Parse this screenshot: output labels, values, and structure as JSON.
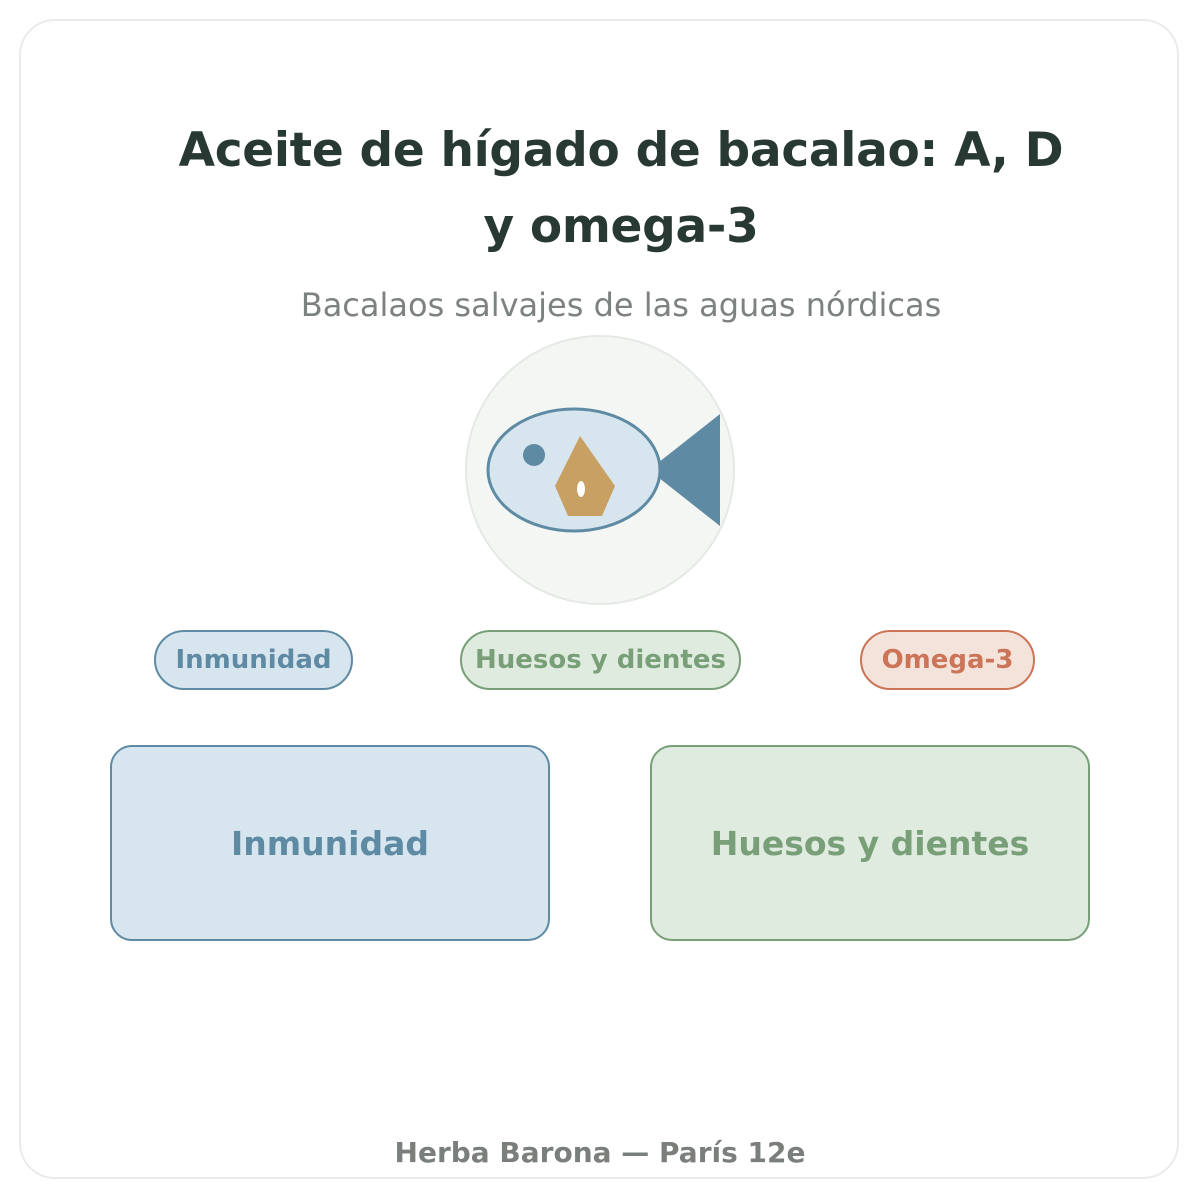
{
  "header": {
    "title": "Aceite de hígado de bacalao: A, D y omega-3",
    "subtitle": "Bacalaos salvajes de las aguas nórdicas"
  },
  "illustration": {
    "icon": "fish-icon",
    "drop_icon": "oil-drop-icon"
  },
  "pills": [
    {
      "label": "Inmunidad"
    },
    {
      "label": "Huesos y dientes"
    },
    {
      "label": "Omega-3"
    }
  ],
  "boxes": [
    {
      "label": "Inmunidad"
    },
    {
      "label": "Huesos y dientes"
    }
  ],
  "footer": {
    "text": "Herba Barona — París 12e"
  },
  "colors": {
    "title": "#283833",
    "blue": "#5f8aa4",
    "blue_fill": "#d7e6ee",
    "green": "#789f78",
    "green_fill": "#e0ebe0",
    "red": "#cb7458",
    "red_fill": "#f4e3da",
    "gold": "#c8a062"
  }
}
